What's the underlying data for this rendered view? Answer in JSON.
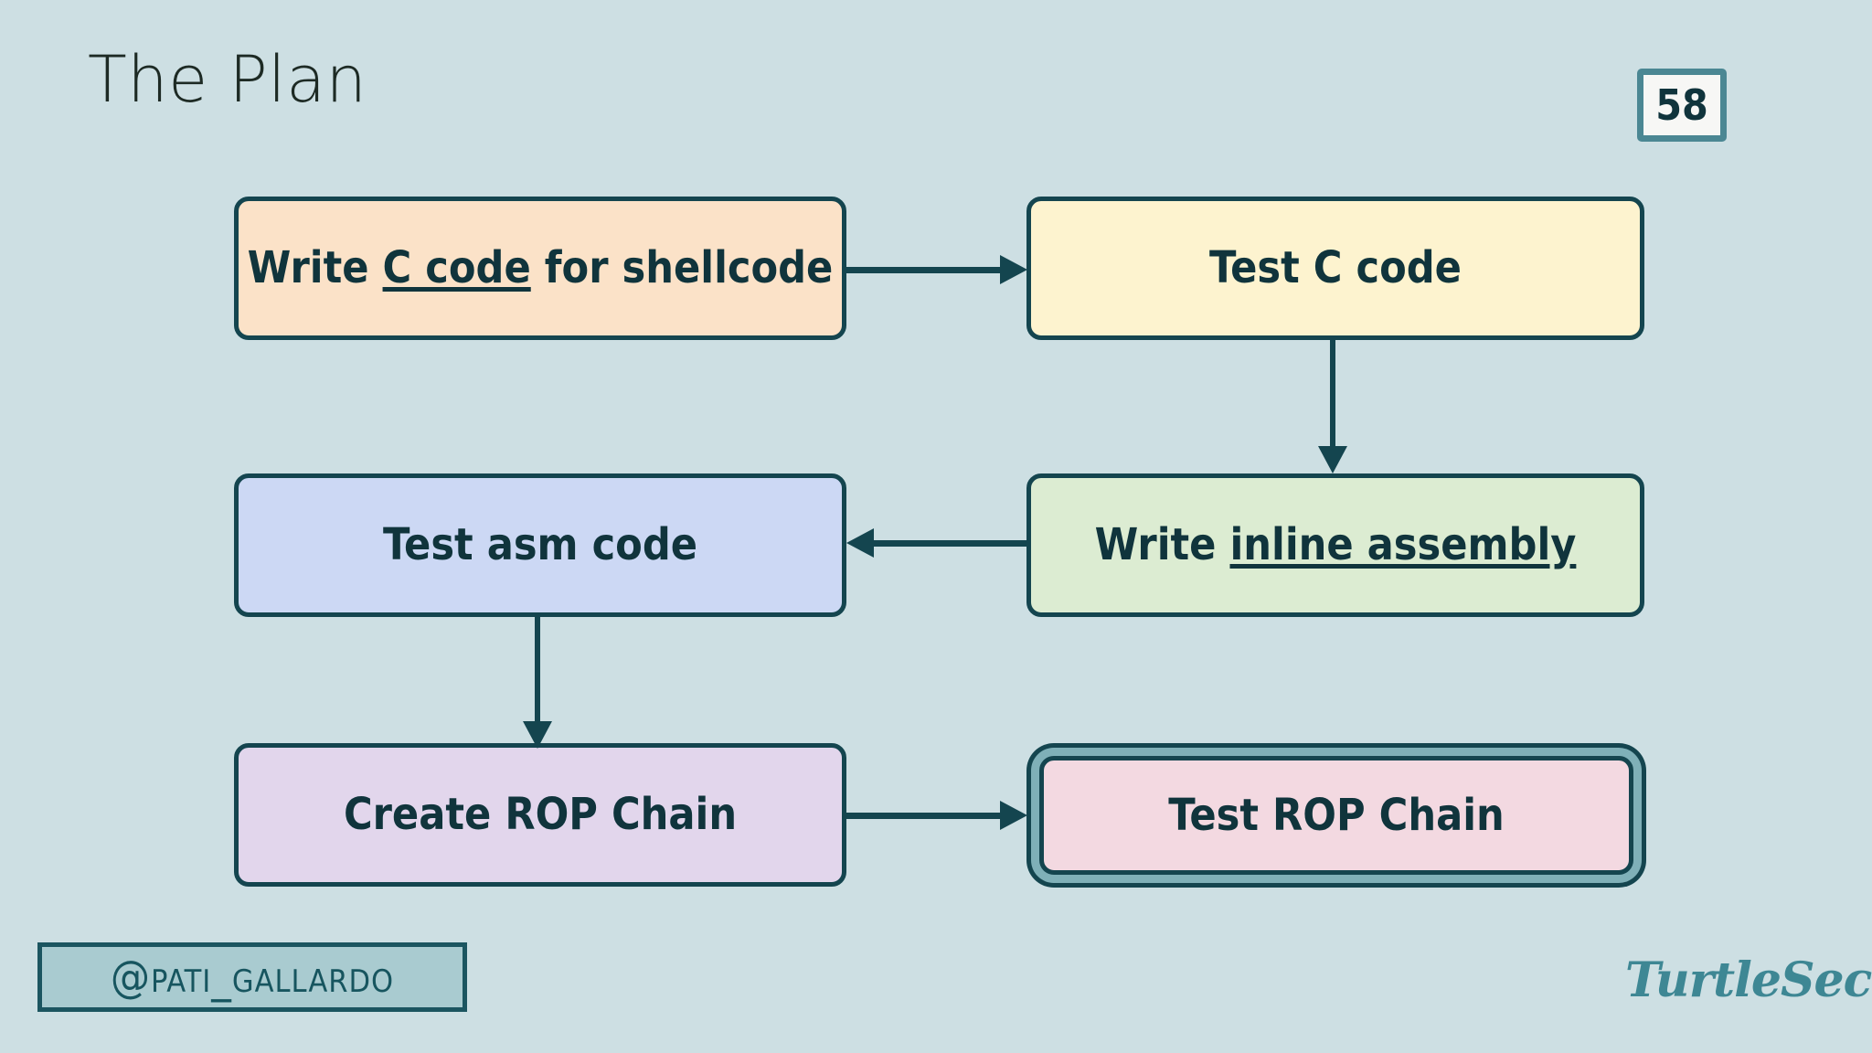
{
  "slide": {
    "title": "The Plan",
    "number": "58",
    "background_color": "#cddfe3",
    "ink_color": "#14454f"
  },
  "diagram": {
    "type": "flowchart",
    "nodes": [
      {
        "id": "write-c",
        "text_before": "Write ",
        "text_emphasis": "C code",
        "text_after": " for shellcode",
        "full_text": "Write C code for shellcode",
        "fill": "#fbe2c8",
        "highlighted": false
      },
      {
        "id": "test-c",
        "text_before": "Test C code",
        "text_emphasis": "",
        "text_after": "",
        "full_text": "Test C code",
        "fill": "#fdf3cf",
        "highlighted": false
      },
      {
        "id": "test-asm",
        "text_before": "Test asm code",
        "text_emphasis": "",
        "text_after": "",
        "full_text": "Test asm code",
        "fill": "#ccd8f4",
        "highlighted": false
      },
      {
        "id": "write-asm",
        "text_before": "Write ",
        "text_emphasis": "inline assembly",
        "text_after": "",
        "full_text": "Write inline assembly",
        "fill": "#dcecd2",
        "highlighted": false
      },
      {
        "id": "create-rop",
        "text_before": "Create ROP Chain",
        "text_emphasis": "",
        "text_after": "",
        "full_text": "Create ROP Chain",
        "fill": "#e2d6ec",
        "highlighted": false
      },
      {
        "id": "test-rop",
        "text_before": "Test ROP Chain",
        "text_emphasis": "",
        "text_after": "",
        "full_text": "Test ROP Chain",
        "fill": "#f3d9e1",
        "highlighted": true
      }
    ],
    "edges": [
      {
        "from": "write-c",
        "to": "test-c",
        "direction": "right"
      },
      {
        "from": "test-c",
        "to": "write-asm",
        "direction": "down"
      },
      {
        "from": "write-asm",
        "to": "test-asm",
        "direction": "left"
      },
      {
        "from": "test-asm",
        "to": "create-rop",
        "direction": "down"
      },
      {
        "from": "create-rop",
        "to": "test-rop",
        "direction": "right"
      }
    ]
  },
  "footer": {
    "handle": "@pati_gallardo",
    "logo": "TurtleSec"
  }
}
